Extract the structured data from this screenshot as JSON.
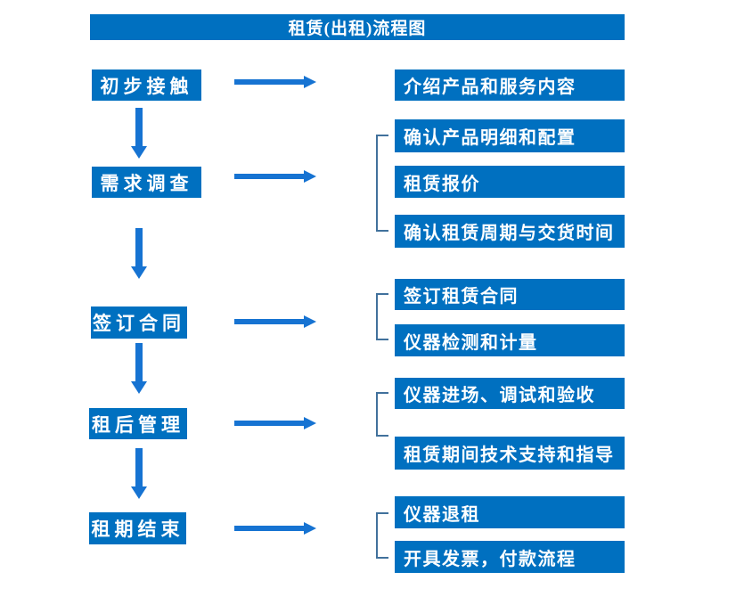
{
  "title": "租赁(出租)流程图",
  "colors": {
    "box_fill": "#0070C0",
    "arrow": "#1673D2",
    "bracket": "#41719C",
    "text": "#FFFFFF",
    "background": "#FFFFFF"
  },
  "steps": [
    {
      "label": "初步接触"
    },
    {
      "label": "需求调查"
    },
    {
      "label": "签订合同"
    },
    {
      "label": "租后管理"
    },
    {
      "label": "租期结束"
    }
  ],
  "groups": [
    {
      "step": "初步接触",
      "items": [
        "介绍产品和服务内容"
      ]
    },
    {
      "step": "需求调查",
      "items": [
        "确认产品明细和配置",
        "租赁报价",
        "确认租赁周期与交货时间"
      ]
    },
    {
      "step": "签订合同",
      "items": [
        "签订租赁合同",
        "仪器检测和计量"
      ]
    },
    {
      "step": "租后管理",
      "items": [
        "仪器进场、调试和验收",
        "租赁期间技术支持和指导"
      ]
    },
    {
      "step": "租期结束",
      "items": [
        "仪器退租",
        "开具发票，付款流程"
      ]
    }
  ]
}
